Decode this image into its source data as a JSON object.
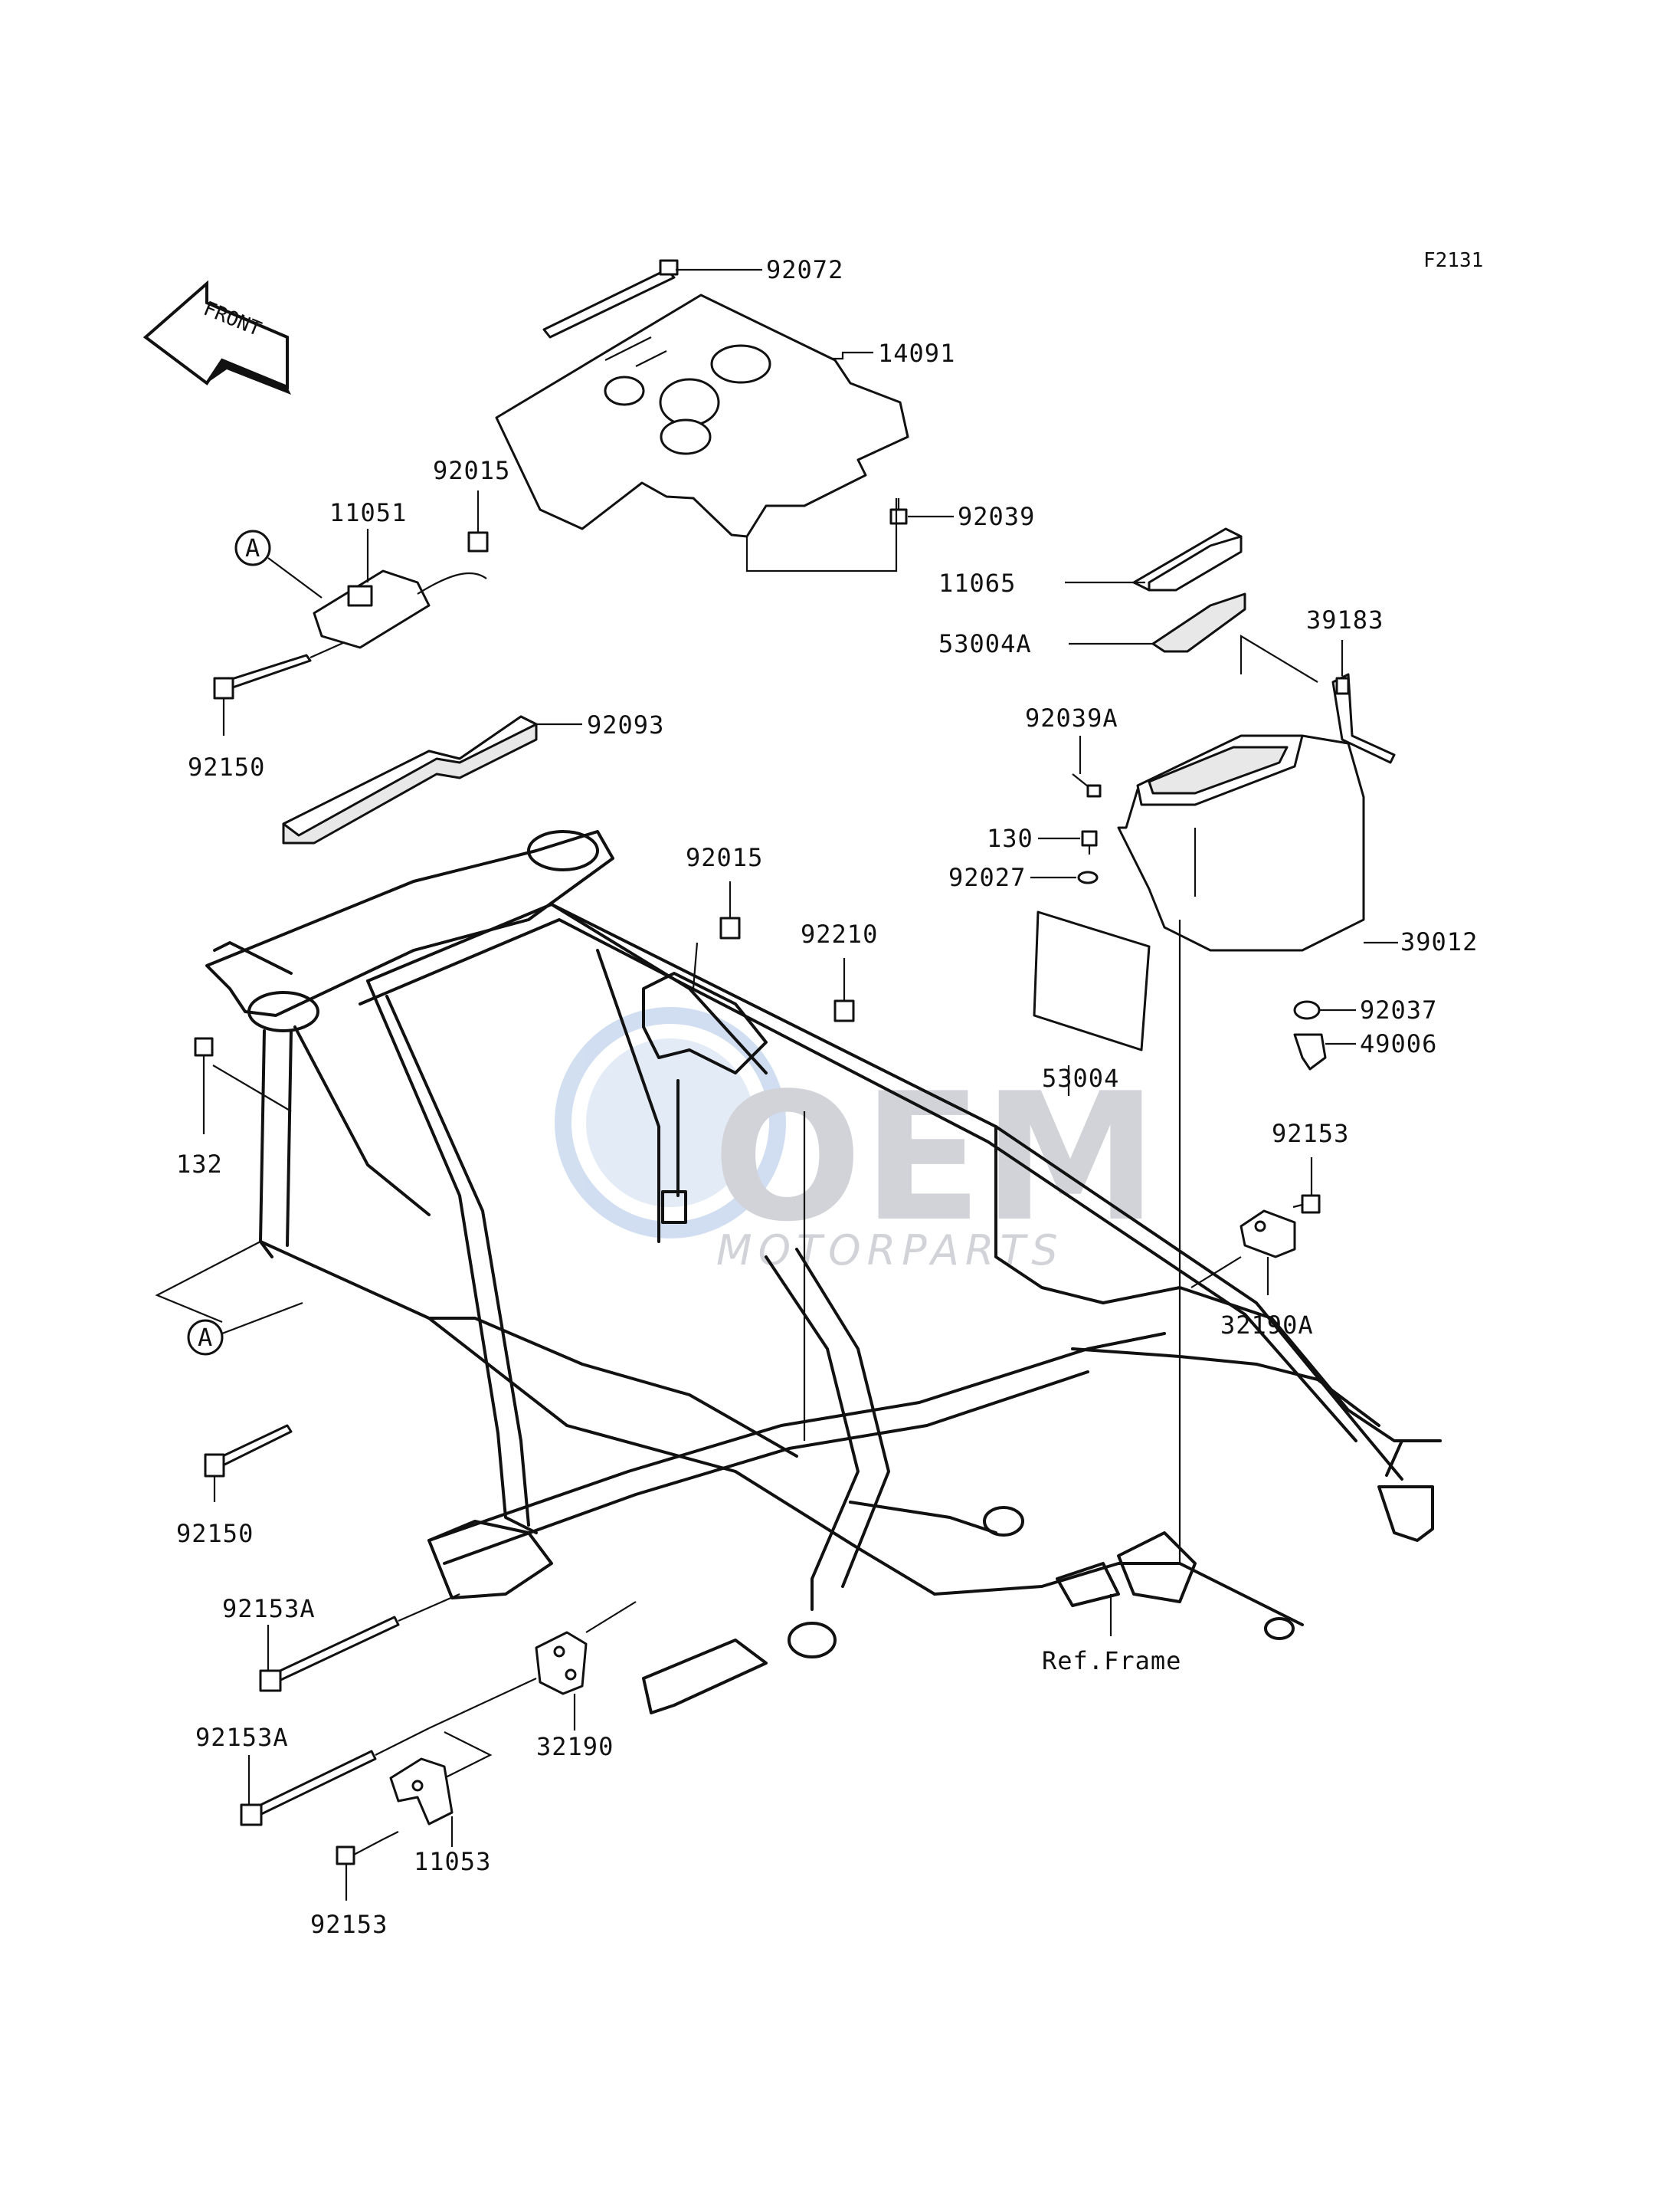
{
  "diagram_code": "F2131",
  "front_arrow": {
    "label": "FRONT"
  },
  "ref_frame_label": "Ref.Frame",
  "watermark": {
    "brand": "OEM",
    "sub": "MOTORPARTS"
  },
  "callout_letter": "A",
  "parts": {
    "p92072": "92072",
    "p14091": "14091",
    "p92039": "92039",
    "p92015_top": "92015",
    "p11051": "11051",
    "p92150_top": "92150",
    "p92093": "92093",
    "p11065": "11065",
    "p53004A": "53004A",
    "p39183": "39183",
    "p92039A": "92039A",
    "p130": "130",
    "p92027": "92027",
    "p39012": "39012",
    "p92037": "92037",
    "p49006": "49006",
    "p53004": "53004",
    "p92015_mid": "92015",
    "p92210": "92210",
    "p132": "132",
    "p92153_right": "92153",
    "p32190A": "32190A",
    "p92150_bottom": "92150",
    "p92153A_1": "92153A",
    "p92153A_2": "92153A",
    "p32190": "32190",
    "p11053": "11053",
    "p92153_bottom": "92153"
  }
}
